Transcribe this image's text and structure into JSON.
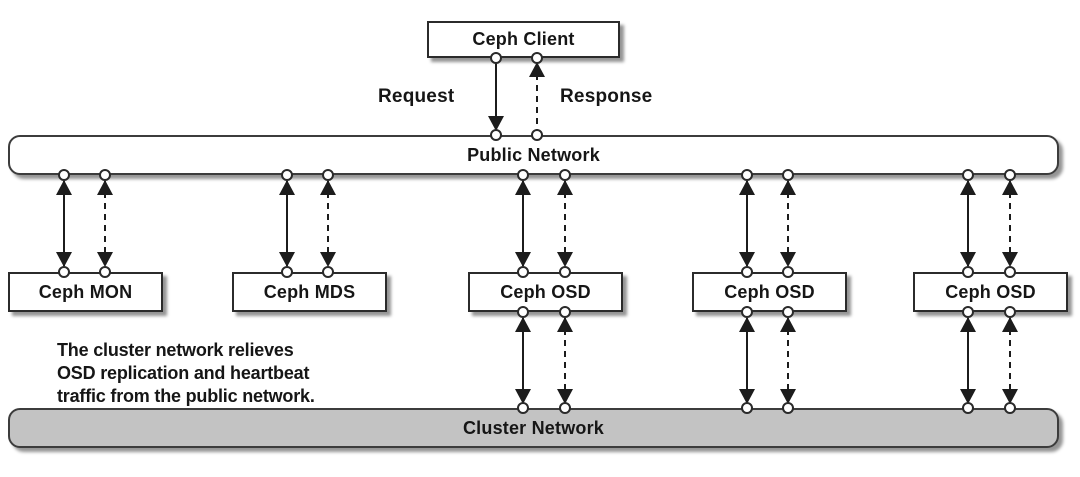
{
  "client": {
    "label": "Ceph Client"
  },
  "flow_labels": {
    "request": "Request",
    "response": "Response"
  },
  "public_network": {
    "label": "Public Network"
  },
  "cluster_network": {
    "label": "Cluster Network"
  },
  "nodes": [
    {
      "id": "mon",
      "label": "Ceph MON"
    },
    {
      "id": "mds",
      "label": "Ceph MDS"
    },
    {
      "id": "osd-1",
      "label": "Ceph OSD"
    },
    {
      "id": "osd-2",
      "label": "Ceph OSD"
    },
    {
      "id": "osd-3",
      "label": "Ceph OSD"
    }
  ],
  "annotation": {
    "lines": [
      "The cluster network relieves",
      "OSD replication and heartbeat",
      "traffic from the public network."
    ]
  },
  "colors": {
    "stroke": "#2b2b2b",
    "node_fill": "#ffffff",
    "public_network_fill": "#ffffff",
    "cluster_network_fill": "#c3c3c3",
    "background": "#ffffff"
  },
  "line_styles": {
    "solid_arrow": "request / data path",
    "dashed_arrow": "response / return path"
  }
}
